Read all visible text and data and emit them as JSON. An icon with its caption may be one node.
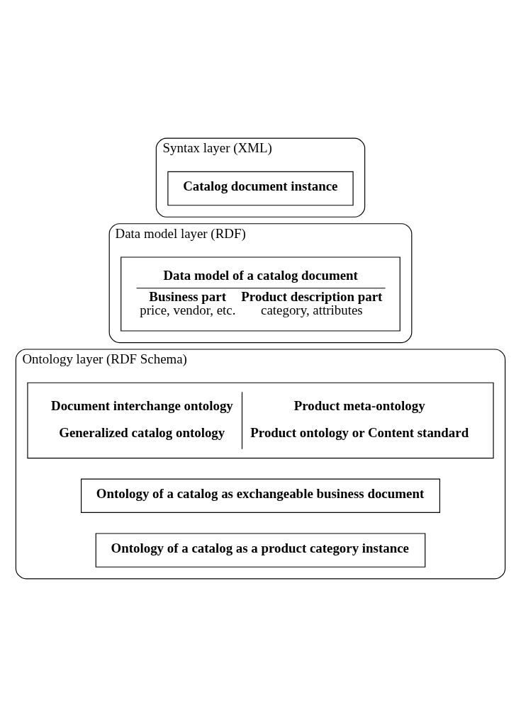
{
  "diagram": {
    "nodes": [
      {
        "text": [
          "Ontology layer (RDF Schema)"
        ]
      },
      {
        "text": [
          "Document interchange ontology",
          "Generalized catalog ontology",
          "Product meta-ontology",
          "Product ontology or Content standard"
        ],
        "in": 0
      },
      {
        "text": [
          "Ontology of a catalog as exchangeable business document"
        ],
        "in": 0
      },
      {
        "text": [
          "Ontology of a catalog as a product category instance"
        ],
        "in": 0
      },
      {
        "text": [
          "Data model layer (RDF)"
        ]
      },
      {
        "text": [
          "Data model of a catalog document",
          "Business part",
          "price, vendor, etc.",
          "Product description part",
          "category, attributes"
        ],
        "in": 4
      },
      {
        "text": [
          "Syntax layer (XML)"
        ]
      },
      {
        "text": [
          "Catalog document instance"
        ],
        "in": 6
      }
    ]
  }
}
